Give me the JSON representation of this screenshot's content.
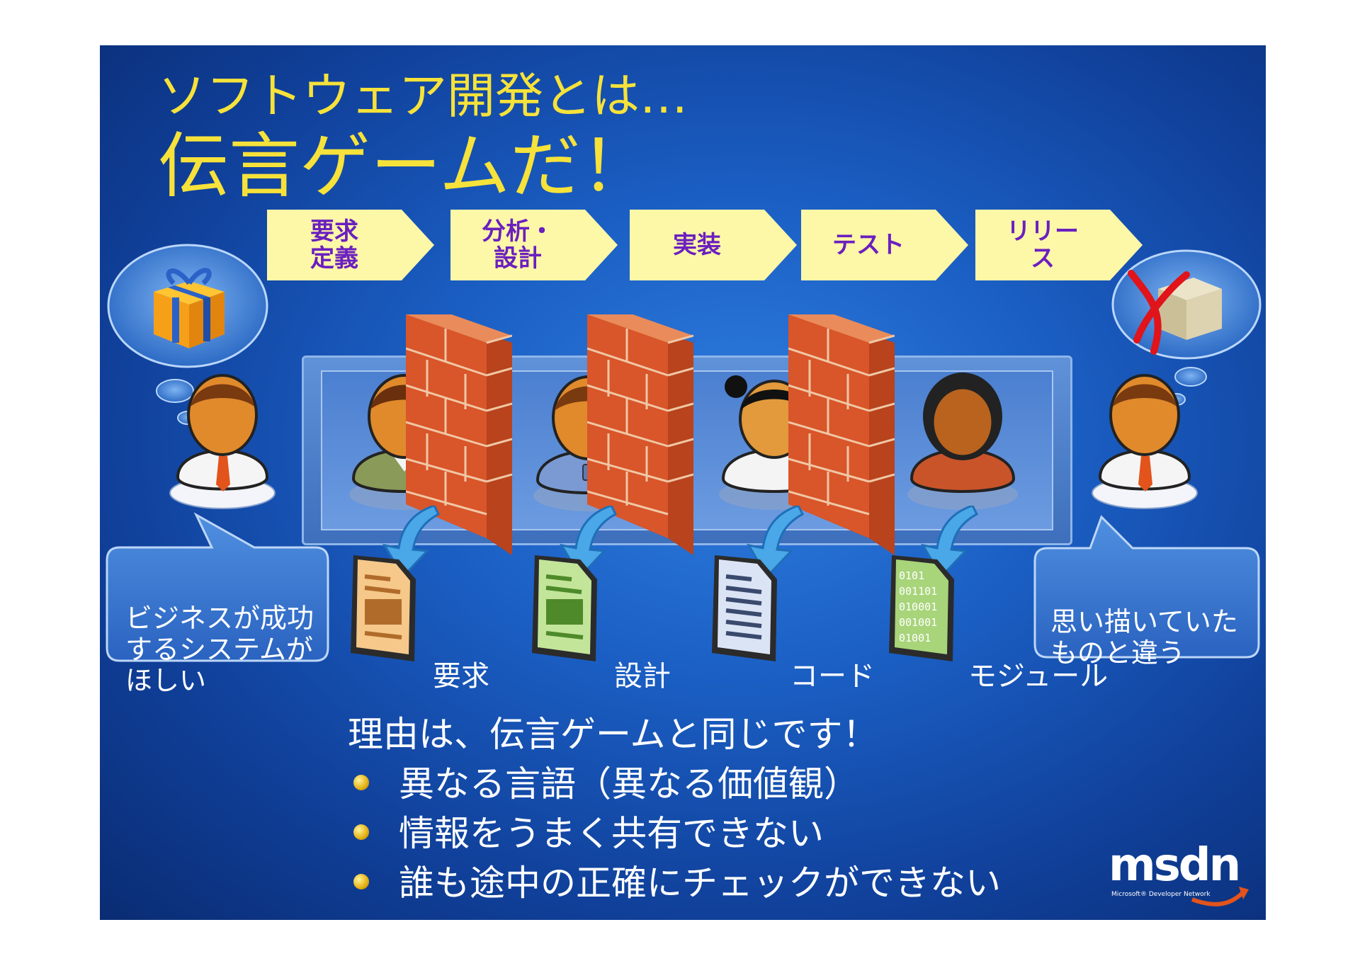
{
  "title": {
    "line1": "ソフトウェア開発とは…",
    "line2": "伝言ゲームだ！"
  },
  "steps": [
    {
      "label_top": "要求",
      "label_bottom": "定義"
    },
    {
      "label_top": "分析・",
      "label_bottom": "設計"
    },
    {
      "label_top": "実装",
      "label_bottom": ""
    },
    {
      "label_top": "テスト",
      "label_bottom": ""
    },
    {
      "label_top": "リリー",
      "label_bottom": "ス"
    }
  ],
  "documents": [
    {
      "label": "要求",
      "icon": "requirements-document-icon"
    },
    {
      "label": "設計",
      "icon": "design-document-icon"
    },
    {
      "label": "コード",
      "icon": "code-document-icon"
    },
    {
      "label": "モジュール",
      "icon": "binary-module-icon"
    }
  ],
  "callouts": {
    "customer": {
      "line1": "ビジネスが成功",
      "line2": "するシステムが",
      "line3": "ほしい"
    },
    "result": {
      "line1": "思い描いていた",
      "line2": "ものと違う"
    }
  },
  "reason": {
    "heading": "理由は、伝言ゲームと同じです！",
    "bullets": [
      "異なる言語（異なる価値観）",
      "情報をうまく共有できない",
      "誰も途中の正確にチェックができない"
    ]
  },
  "logo": {
    "word": "msdn",
    "subtitle": "Microsoft® Developer Network"
  },
  "colors": {
    "title": "#f6e23a",
    "step_fill": "#fdf7a8",
    "step_text": "#6b1fbf",
    "slide_bg": "#1b5fc4",
    "brick": "#d9552a"
  }
}
